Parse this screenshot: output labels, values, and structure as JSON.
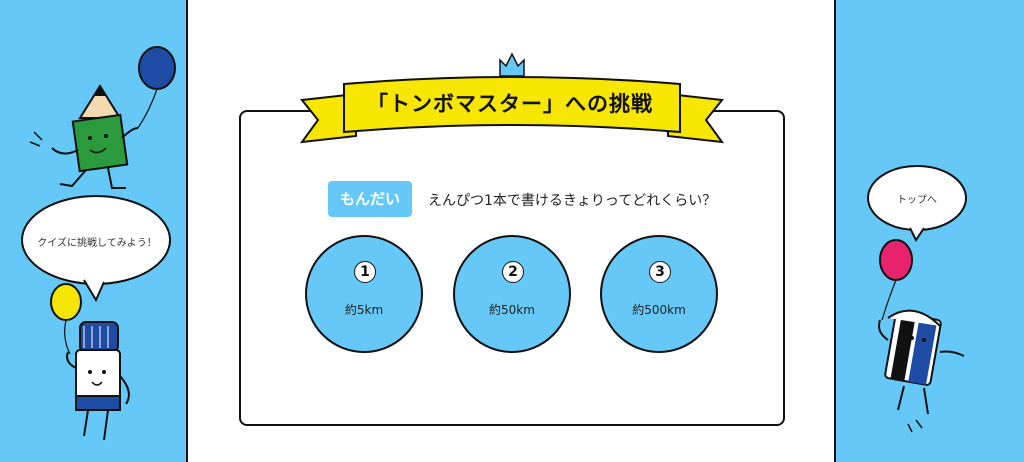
{
  "title": {
    "text": "「トンボマスター」への挑戦"
  },
  "question": {
    "badge": "もんだい",
    "text": "えんぴつ1本で書けるきょりってどれくらい？"
  },
  "answers": [
    {
      "number": "1",
      "label": "約5km"
    },
    {
      "number": "2",
      "label": "約50km"
    },
    {
      "number": "3",
      "label": "約500km"
    }
  ],
  "left_bubble": {
    "text": "クイズに挑戦してみよう！"
  },
  "right_bubble": {
    "text": "トップへ"
  },
  "colors": {
    "background": "#66c8f6",
    "ribbon": "#f7e600",
    "crown": "#66c8f6",
    "answer_circle": "#66c8f6"
  },
  "icons": [
    "crown-icon",
    "pencil-character",
    "glue-stick-character",
    "eraser-character",
    "balloon-icon"
  ]
}
